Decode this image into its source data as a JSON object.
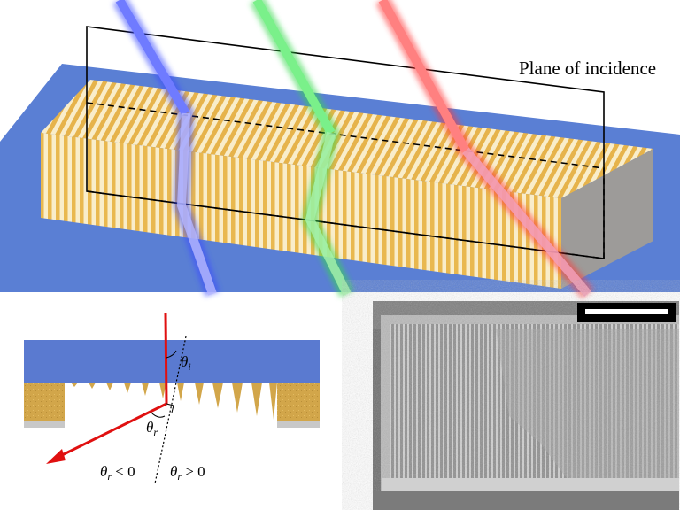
{
  "panel_top": {
    "plane_label": "Plane of incidence",
    "beams": [
      {
        "name": "blue-beam",
        "color": "#3d4cff"
      },
      {
        "name": "green-beam",
        "color": "#33d94a"
      },
      {
        "name": "red-beam",
        "color": "#ff3b3b"
      }
    ],
    "colors": {
      "substrate": "#5a7fd4",
      "stripe_gold": "#e9b84f",
      "stripe_light": "#fbf0cf",
      "block_side": "#9c9a98"
    }
  },
  "panel_bottom_left": {
    "theta_i": {
      "sym": "θ",
      "sub": "i"
    },
    "theta_r": {
      "sym": "θ",
      "sub": "r"
    },
    "cond_neg": {
      "sym": "θ",
      "sub": "r",
      "rel": " < 0"
    },
    "cond_pos": {
      "sym": "θ",
      "sub": "r",
      "rel": " > 0"
    },
    "colors": {
      "cover": "#5a7ad0",
      "gold": "#d1a84c",
      "ray": "#e01010",
      "base": "#c8c8c8"
    }
  },
  "panel_bottom_right": {
    "image_kind": "SEM micrograph",
    "scale_bar": "scale-bar"
  }
}
